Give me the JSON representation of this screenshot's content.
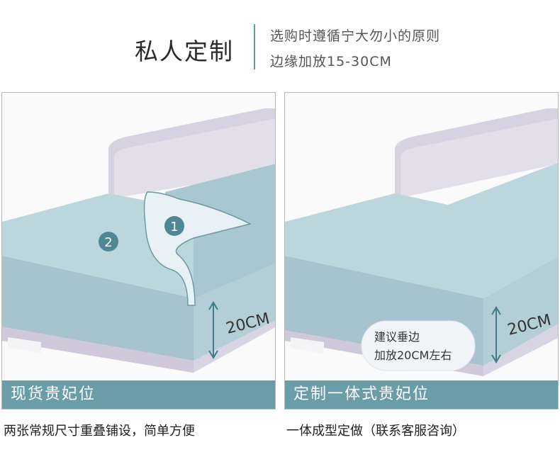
{
  "header": {
    "title": "私人定制",
    "line1": "选购时遵循宁大勿小的原则",
    "line2": "边缘加放15-30CM"
  },
  "panels": {
    "left": {
      "band_label": "现货贵妃位",
      "caption": "两张常规尺寸重叠铺设，简单方便",
      "marker_1": "1",
      "marker_2": "2",
      "measure": "20CM"
    },
    "right": {
      "band_label": "定制一体式贵妃位",
      "caption": "一体成型定做（联系客服咨询）",
      "measure": "20CM",
      "bubble_line1": "建议垂边",
      "bubble_line2": "加放20CM左右"
    }
  },
  "colors": {
    "accent": "#5f9aa3",
    "cover_blue": "#bcd6de",
    "sofa_lilac": "#ddd9e6"
  }
}
